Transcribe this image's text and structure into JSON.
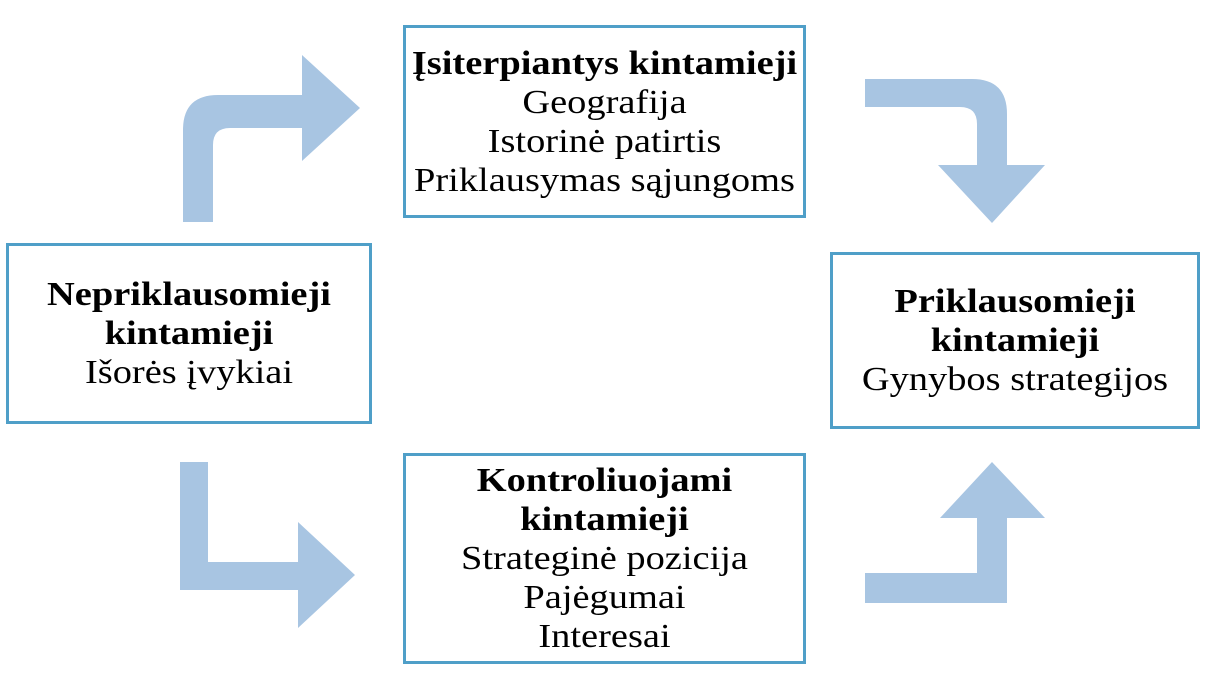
{
  "diagram": {
    "background": "#ffffff",
    "text_color": "#000000",
    "colors": {
      "box_border": "#4f9fc8",
      "arrow_fill": "#a8c5e2"
    },
    "boxes": {
      "top": {
        "title_lines": [
          "Įsiterpiantys kintamieji"
        ],
        "items": [
          "Geografija",
          "Istorinė patirtis",
          "Priklausymas sąjungoms"
        ]
      },
      "left": {
        "title_lines": [
          "Nepriklausomieji",
          "kintamieji"
        ],
        "items": [
          "Išorės įvykiai"
        ]
      },
      "right": {
        "title_lines": [
          "Priklausomieji",
          "kintamieji"
        ],
        "items": [
          "Gynybos strategijos"
        ]
      },
      "bottom": {
        "title_lines": [
          "Kontroliuojami",
          "kintamieji"
        ],
        "items": [
          "Strateginė pozicija",
          "Pajėgumai",
          "Interesai"
        ]
      }
    },
    "arrows": [
      {
        "name": "arrow-left-to-top",
        "shape": "up-then-right",
        "corner": "rounded"
      },
      {
        "name": "arrow-top-to-right",
        "shape": "right-then-down",
        "corner": "rounded"
      },
      {
        "name": "arrow-left-to-bottom",
        "shape": "down-then-right",
        "corner": "square"
      },
      {
        "name": "arrow-bottom-to-right",
        "shape": "right-then-up",
        "corner": "square"
      }
    ]
  }
}
